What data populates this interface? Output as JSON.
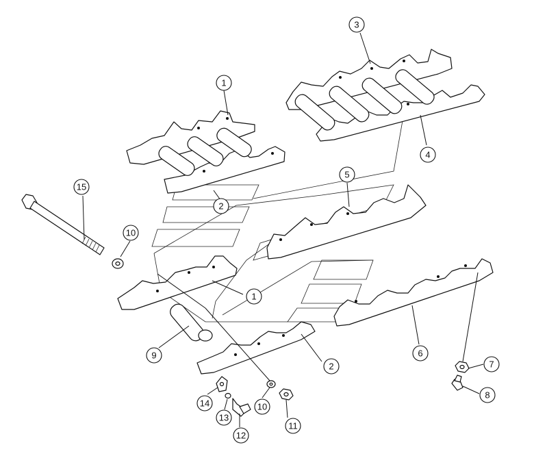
{
  "callouts": [
    {
      "id": "c1a",
      "label": "1"
    },
    {
      "id": "c1b",
      "label": "1"
    },
    {
      "id": "c2a",
      "label": "2"
    },
    {
      "id": "c2b",
      "label": "2"
    },
    {
      "id": "c3",
      "label": "3"
    },
    {
      "id": "c4",
      "label": "4"
    },
    {
      "id": "c5",
      "label": "5"
    },
    {
      "id": "c6",
      "label": "6"
    },
    {
      "id": "c7",
      "label": "7"
    },
    {
      "id": "c8",
      "label": "8"
    },
    {
      "id": "c9",
      "label": "9"
    },
    {
      "id": "c10a",
      "label": "10"
    },
    {
      "id": "c10b",
      "label": "10"
    },
    {
      "id": "c11",
      "label": "11"
    },
    {
      "id": "c12",
      "label": "12"
    },
    {
      "id": "c13",
      "label": "13"
    },
    {
      "id": "c14",
      "label": "14"
    },
    {
      "id": "c15",
      "label": "15"
    }
  ]
}
